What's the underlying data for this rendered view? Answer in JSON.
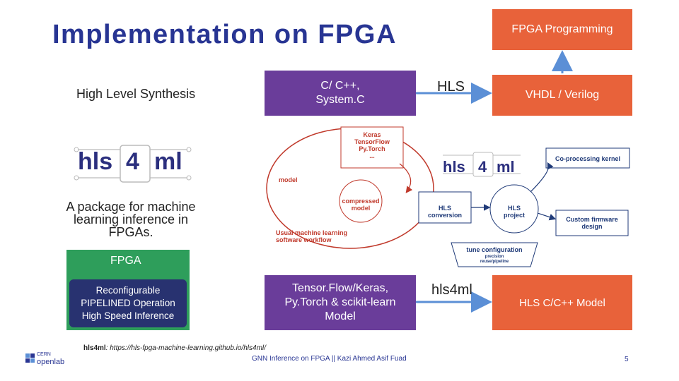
{
  "title": "Implementation on FPGA",
  "left": {
    "hls_label": "High Level Synthesis",
    "package_lines": [
      "A package for machine",
      "learning inference in",
      "FPGAs."
    ]
  },
  "logo_left": {
    "part1": "hls",
    "part2": "4",
    "part3": "ml"
  },
  "fpga": {
    "header": "FPGA",
    "lines": [
      "Reconfigurable",
      "PIPELINED Operation",
      "High Speed Inference"
    ]
  },
  "boxes": {
    "c_cpp": [
      "C/ C++,",
      "System.C"
    ],
    "tensorflow": [
      "Tensor.Flow/Keras,",
      "Py.Torch & scikit-learn",
      "Model"
    ],
    "fpga_programming": "FPGA Programming",
    "vhdl": "VHDL / Verilog",
    "hls_model": "HLS C/C++ Model"
  },
  "arrows": {
    "hls": "HLS",
    "hls4ml": "hls4ml"
  },
  "diagram": {
    "frameworks": [
      "Keras",
      "TensorFlow",
      "Py.Torch",
      "..."
    ],
    "model": "model",
    "compressed": [
      "compressed",
      "model"
    ],
    "workflow": [
      "Usual machine learning",
      "software workflow"
    ],
    "hls_conversion": [
      "HLS",
      "conversion"
    ],
    "hls_project": [
      "HLS",
      "project"
    ],
    "coprocessing": "Co-processing kernel",
    "custom_firmware": [
      "Custom firmware",
      "design"
    ],
    "tune": "tune configuration",
    "tune_sub": [
      "precision",
      "reuse/pipeline"
    ],
    "logo": {
      "part1": "hls",
      "part2": "4",
      "part3": "ml"
    }
  },
  "footer": {
    "link_label": "hls4ml",
    "link": ": https://hls-fpga-machine-learning.github.io/hls4ml/",
    "center": "GNN Inference on FPGA || Kazi Ahmed Asif Fuad",
    "page": "5",
    "logo_top": "CERN",
    "logo_bottom": "openlab"
  },
  "colors": {
    "title": "#283593",
    "purple": "#6a3d9a",
    "orange": "#e8623a",
    "fpga_green": "#2e9e5b",
    "fpga_inner": "#283270",
    "arrow": "#5b8fd6"
  }
}
